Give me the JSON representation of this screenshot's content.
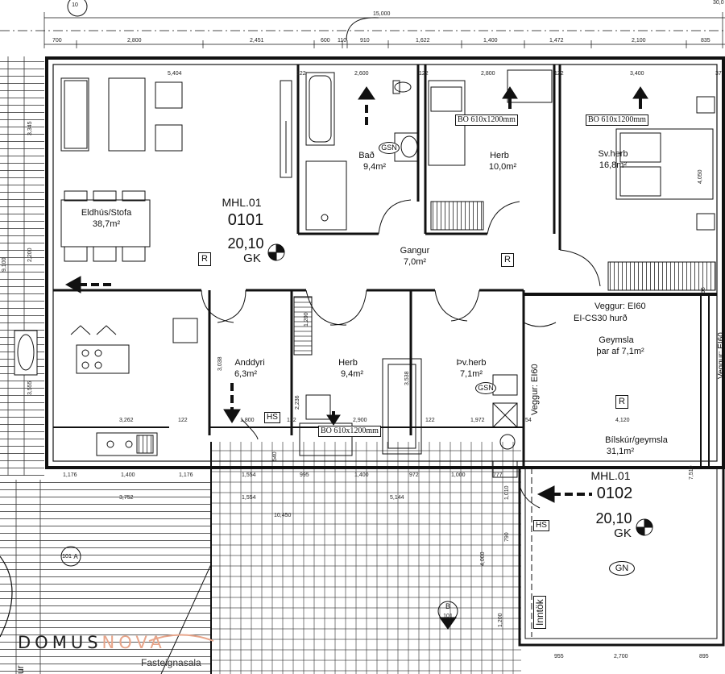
{
  "rooms": {
    "eldhus_name": "Eldhús/Stofa",
    "eldhus_area": "38,7m²",
    "bad_name": "Bað",
    "bad_area": "9,4m²",
    "herb1_name": "Herb",
    "herb1_area": "10,0m²",
    "svherb_name": "Sv.herb",
    "svherb_area": "16,8m²",
    "gangur_name": "Gangur",
    "gangur_area": "7,0m²",
    "anddyri_name": "Anddyri",
    "anddyri_area": "6,3m²",
    "herb2_name": "Herb",
    "herb2_area": "9,4m²",
    "thvherb_name": "Þv.herb",
    "thvherb_area": "7,1m²",
    "geymsla_name": "Geymsla",
    "geymsla_area": "þar af 7,1m²",
    "bilskur_name": "Bílskúr/geymsla",
    "bilskur_area": "31,1m²"
  },
  "units": {
    "u1_mhl": "MHL.01",
    "u1_num": "0101",
    "u1_code": "20,10",
    "u1_gk": "GK",
    "u2_mhl": "MHL.01",
    "u2_num": "0102",
    "u2_code": "20,10",
    "u2_gk": "GK"
  },
  "labels": {
    "bo": "BO 610x1200mm",
    "r": "R",
    "hs": "HS",
    "gsn": "GSN",
    "gn": "GN",
    "veggur1": "Veggur:  EI60",
    "veggur2": "EI-CS30 hurð",
    "veggur_v": "Veggur: EI60",
    "veggur_v2": "Veggur: EI60",
    "inntok": "Inntök",
    "section_b": "B",
    "section_b_num": "101",
    "section_a_num": "101",
    "section_a": "A",
    "section_top": "10",
    "ur": "ur"
  },
  "dims": {
    "top_total": "15,000",
    "top": [
      "700",
      "2,800",
      "2,451",
      "600",
      "110",
      "910",
      "1,622",
      "1,400",
      "1,472",
      "2,100",
      "835"
    ],
    "inner_top": [
      "5,404",
      "122",
      "2,600",
      "122",
      "2,800",
      "122",
      "3,400",
      "37"
    ],
    "mid": [
      "3,262",
      "122",
      "1,800",
      "122",
      "2,900",
      "122",
      "1,972",
      "54",
      "4,120"
    ],
    "bottom1": [
      "1,176",
      "1,400",
      "1,176",
      "1,554",
      "995",
      "1,400",
      "972",
      "1,000",
      "777"
    ],
    "bottom2": [
      "3,752",
      "1,554",
      "5,144"
    ],
    "bottom3": [
      "10,450"
    ],
    "right_bottom": [
      "955",
      "2,700",
      "895"
    ],
    "vert": [
      "3,345",
      "2,200",
      "3,555",
      "9,100",
      "3,038",
      "2,236",
      "3,538",
      "4,050",
      "1,200",
      "7,510",
      "4,000",
      "1,010",
      "790",
      "540",
      "1,200",
      "96"
    ],
    "top_corner": "30,0"
  },
  "logo": {
    "brand_a": "DOMUS",
    "brand_b": "NOVA",
    "tagline": "Fasteignasala"
  },
  "colors": {
    "line": "#111111",
    "logo_accent": "#e8a58a",
    "logo_main": "#2a2a2a"
  }
}
